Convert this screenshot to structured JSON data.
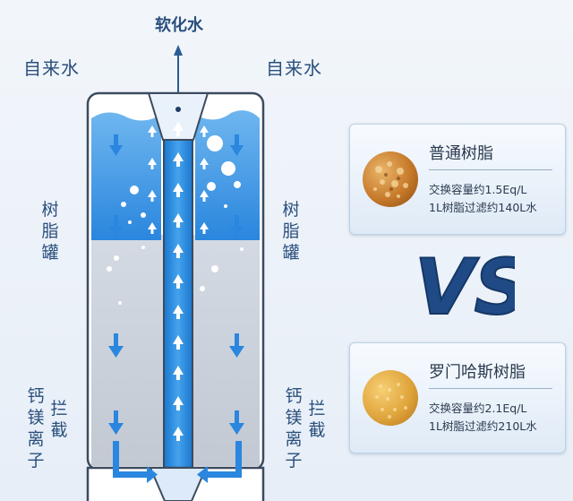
{
  "diagram": {
    "output_label": "软化水",
    "inlet_left": "自来水",
    "inlet_right": "自来水",
    "tank_left": "树脂罐",
    "tank_right": "树脂罐",
    "ion_left_a": "钙镁离子",
    "ion_left_b": "拦截",
    "ion_right_a": "钙镁离子",
    "ion_right_b": "拦截"
  },
  "comparison": {
    "vs_text": "VS",
    "card1": {
      "name": "普通树脂",
      "capacity": "交换容量约1.5Eq/L",
      "filter": "1L树脂过滤约140L水",
      "bead_color": "#c77a2a"
    },
    "card2": {
      "name": "罗门哈斯树脂",
      "capacity": "交换容量约2.1Eq/L",
      "filter": "1L树脂过滤约210L水",
      "bead_color": "#e0a53c"
    }
  },
  "colors": {
    "accent": "#1e88d8",
    "text": "#2a4f7c",
    "water": "#2a8be0",
    "resin": "#c9cfd8"
  }
}
